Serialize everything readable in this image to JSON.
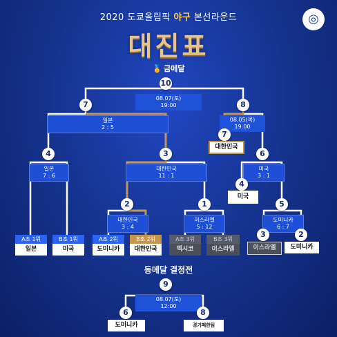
{
  "header": {
    "title_prefix": "2020 도쿄올림픽 ",
    "title_highlight": "야구",
    "title_suffix": " 본선라운드",
    "main_title": "대진표",
    "logo_icon": "olympic-baseball-logo-icon"
  },
  "gold": {
    "label": "금메달",
    "medal_icon": "medal-icon"
  },
  "bronze": {
    "label": "동메달 결정전"
  },
  "nodes": {
    "n10": "10",
    "n7a": "7",
    "n8a": "8",
    "n4": "4",
    "n3": "3",
    "n7b": "7",
    "n6a": "6",
    "n2": "2",
    "n1": "1",
    "n4b": "4",
    "n5": "5",
    "n3b": "3",
    "n2b": "2",
    "n9": "9",
    "n6b": "6",
    "n8b": "8"
  },
  "boxes": {
    "final_date": "08.07(토)",
    "final_time": "19:00",
    "g7_team": "일본",
    "g7_score": "2 : 5",
    "g8_date": "08.05(목)",
    "g8_time": "19:00",
    "g4_team": "일본",
    "g4_score": "7 : 6",
    "g3_team": "대한민국",
    "g3_score": "11 : 1",
    "g6_team": "미국",
    "g6_score": "3 : 1",
    "g2_team": "대한민국",
    "g2_score": "3 : 4",
    "g1_team": "이스라엘",
    "g1_score": "5 : 12",
    "g5_team": "도미니카",
    "g5_score": "6 : 7",
    "bronze_date": "08.07(토)",
    "bronze_time": "12:00"
  },
  "teams": {
    "a1_cap": "A조 1위",
    "a1_name": "일본",
    "b1_cap": "B조 1위",
    "b1_name": "미국",
    "a2_cap": "A조 2위",
    "a2_name": "도미니카",
    "b2_cap": "B조 2위",
    "b2_name": "대한민국",
    "a3_cap": "A조 3위",
    "a3_name": "멕시코",
    "b3_cap": "B조 3위",
    "b3_name": "이스라엘",
    "out3_name": "이스라엘",
    "out2_name": "도미니카",
    "korea_g7": "대한민국",
    "usa_g6": "미국",
    "bronze_left": "도미니카",
    "bronze_right": "경기패한팀"
  },
  "colors": {
    "bg_dark": "#0c1f66",
    "bg_mid": "#163592",
    "line_white": "#ffffff",
    "line_gold": "#c9954a",
    "box_blue": "#1f4fd6",
    "title_gold": "#e7c38d",
    "highlight_yellow": "#ffd34d"
  }
}
